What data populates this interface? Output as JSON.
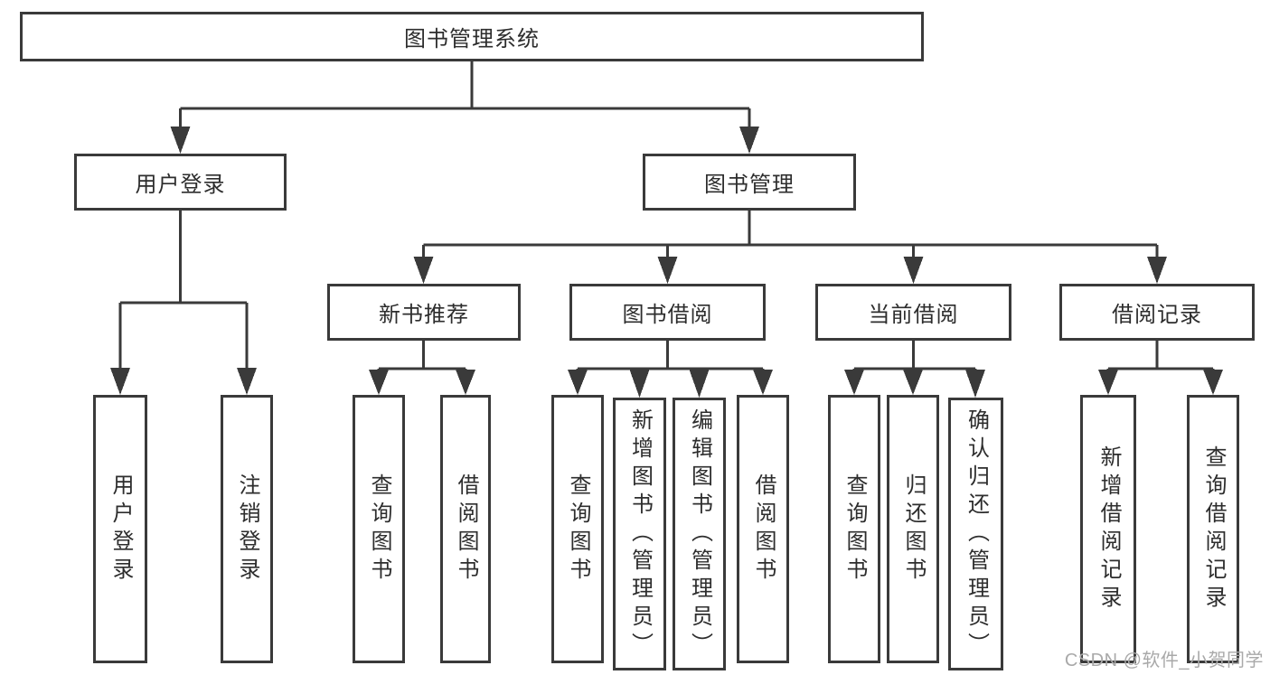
{
  "colors": {
    "line": "#3a3a3a",
    "text": "#2d2d2d",
    "watermark": "#a9a9a9",
    "background": "#ffffff"
  },
  "watermark": "CSDN @软件_小贺同学",
  "tree": {
    "root": {
      "label": "图书管理系统"
    },
    "branches": [
      {
        "label": "用户登录",
        "children": [
          {
            "label": "用户登录"
          },
          {
            "label": "注销登录"
          }
        ]
      },
      {
        "label": "图书管理",
        "children": [
          {
            "label": "新书推荐",
            "children": [
              {
                "label": "查询图书"
              },
              {
                "label": "借阅图书"
              }
            ]
          },
          {
            "label": "图书借阅",
            "children": [
              {
                "label": "查询图书"
              },
              {
                "label": "新增图书（管理员）"
              },
              {
                "label": "编辑图书（管理员）"
              },
              {
                "label": "借阅图书"
              }
            ]
          },
          {
            "label": "当前借阅",
            "children": [
              {
                "label": "查询图书"
              },
              {
                "label": "归还图书"
              },
              {
                "label": "确认归还（管理员）"
              }
            ]
          },
          {
            "label": "借阅记录",
            "children": [
              {
                "label": "新增借阅记录"
              },
              {
                "label": "查询借阅记录"
              }
            ]
          }
        ]
      }
    ]
  }
}
